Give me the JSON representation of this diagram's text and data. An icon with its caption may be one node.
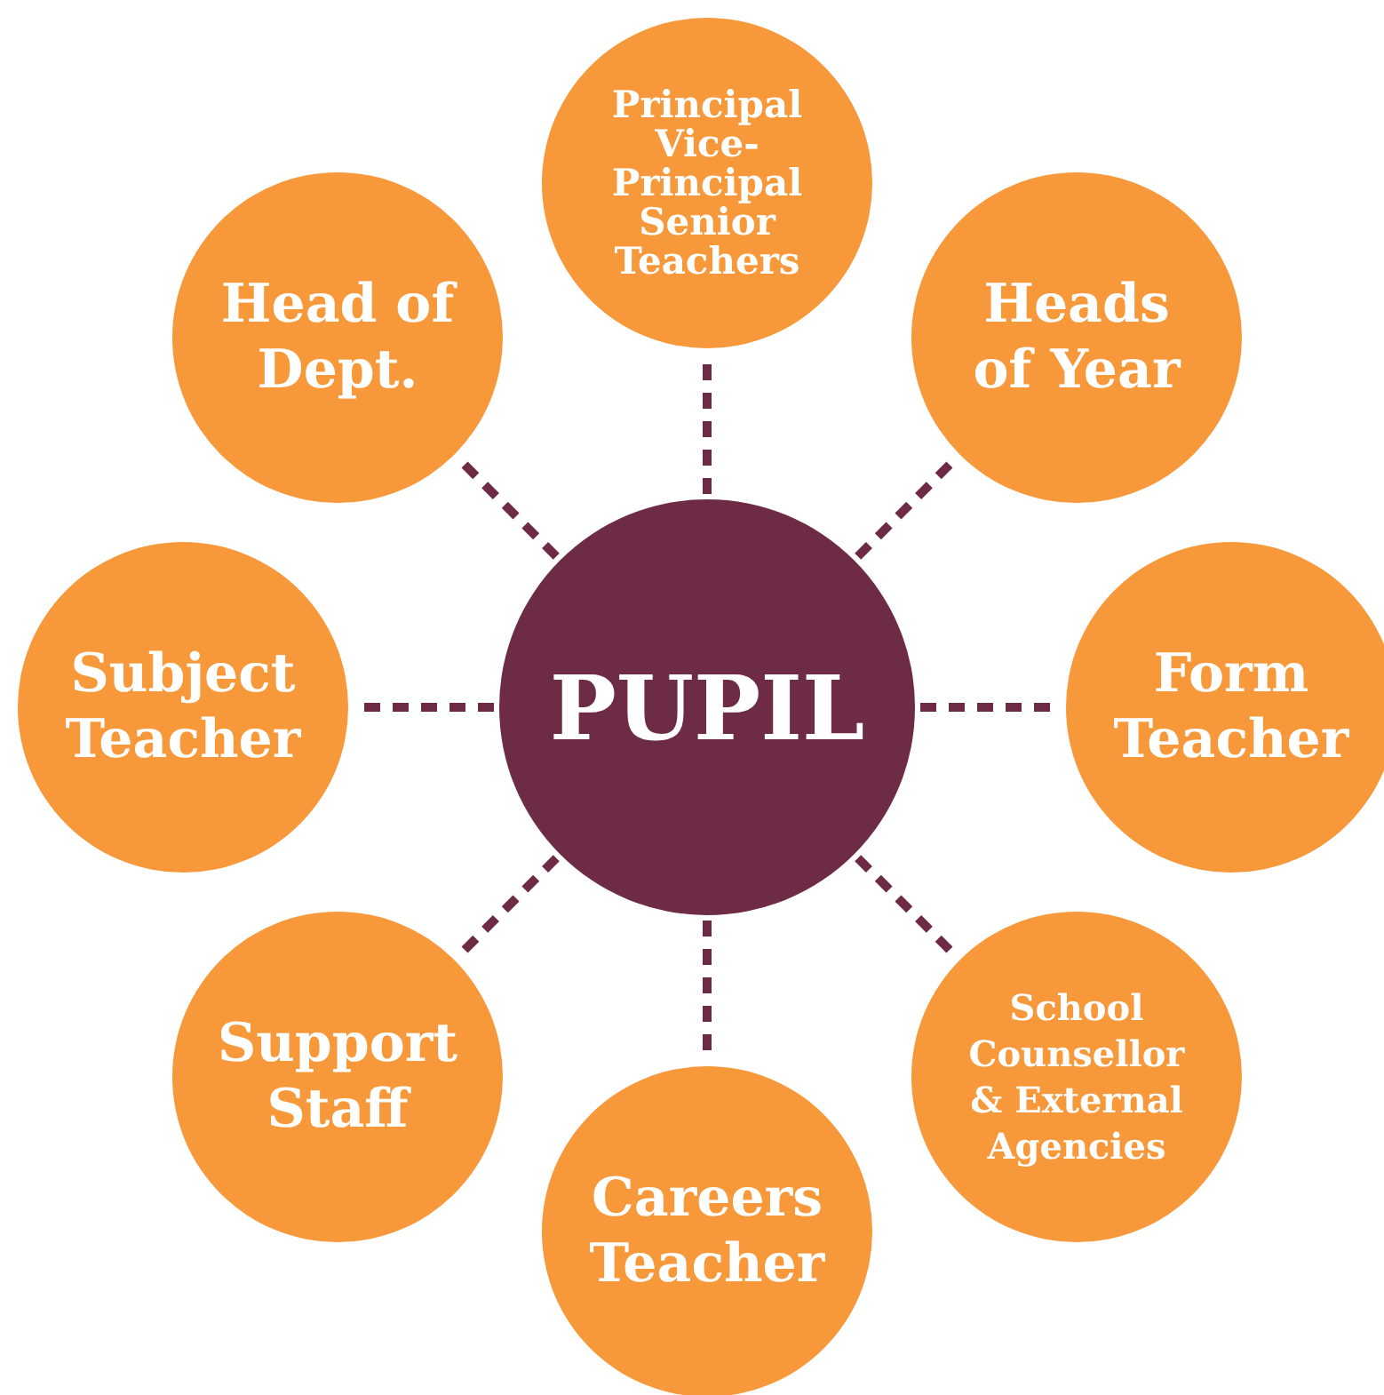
{
  "diagram": {
    "nodes": [
      {
        "text": [
          "PUPIL"
        ]
      },
      {
        "text": [
          "Principal",
          "Vice-Principal",
          "Senior Teachers"
        ]
      },
      {
        "text": [
          "Heads of Year"
        ]
      },
      {
        "text": [
          "Form Teacher"
        ]
      },
      {
        "text": [
          "School Counsellor & External Agencies"
        ]
      },
      {
        "text": [
          "Careers Teacher"
        ]
      },
      {
        "text": [
          "Support Staff"
        ]
      },
      {
        "text": [
          "Subject Teacher"
        ]
      },
      {
        "text": [
          "Head of Dept."
        ]
      }
    ],
    "edges": [
      {
        "from": 0,
        "to": 1,
        "arrow": "none",
        "style": "dashed"
      },
      {
        "from": 0,
        "to": 2,
        "arrow": "none",
        "style": "dashed"
      },
      {
        "from": 0,
        "to": 3,
        "arrow": "none",
        "style": "dashed"
      },
      {
        "from": 0,
        "to": 4,
        "arrow": "none",
        "style": "dashed"
      },
      {
        "from": 0,
        "to": 5,
        "arrow": "none",
        "style": "dashed"
      },
      {
        "from": 0,
        "to": 6,
        "arrow": "none",
        "style": "dashed"
      },
      {
        "from": 0,
        "to": 7,
        "arrow": "none",
        "style": "dashed"
      },
      {
        "from": 0,
        "to": 8,
        "arrow": "none",
        "style": "dashed"
      }
    ]
  }
}
